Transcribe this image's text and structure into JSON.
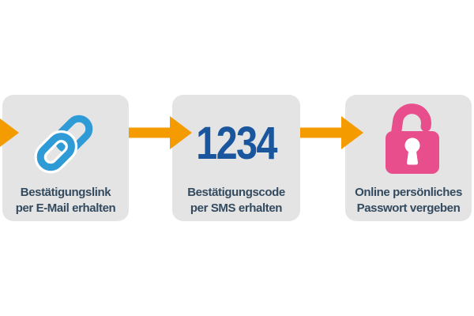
{
  "colors": {
    "background": "#ffffff",
    "box_bg": "#e4e4e4",
    "arrow": "#f49b00",
    "link_icon": "#2e9ad6",
    "code_text": "#1a569e",
    "lock_icon": "#e94e8c",
    "label_text": "#334a5f",
    "keyhole": "#ffffff"
  },
  "steps": [
    {
      "icon": "chain-link-icon",
      "label_line1": "Bestätigungslink",
      "label_line2": "per E-Mail erhalten"
    },
    {
      "icon": "sms-code-digits",
      "code": "1234",
      "label_line1": "Bestätigungscode",
      "label_line2": "per SMS erhalten"
    },
    {
      "icon": "open-padlock-icon",
      "label_line1": "Online persönliches",
      "label_line2": "Passwort vergeben"
    }
  ]
}
